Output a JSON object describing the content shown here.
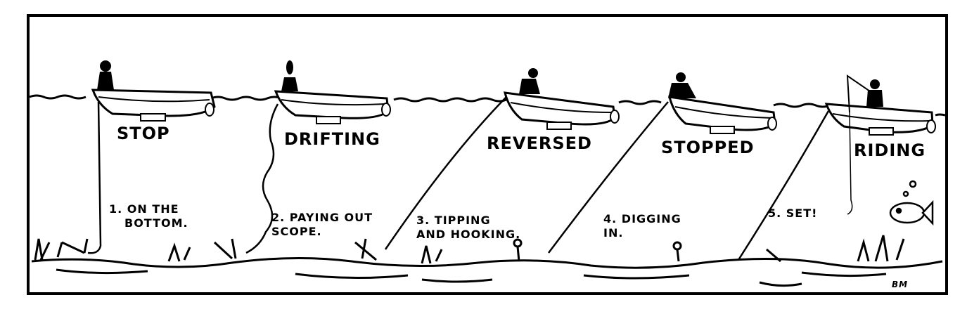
{
  "states": [
    {
      "id": "stop",
      "label": "STOP"
    },
    {
      "id": "drifting",
      "label": "DRIFTING"
    },
    {
      "id": "reversed",
      "label": "REVERSED"
    },
    {
      "id": "stopped",
      "label": "STOPPED"
    },
    {
      "id": "riding",
      "label": "RIDING"
    }
  ],
  "steps": [
    {
      "line1": "1. ON THE",
      "line2": "BOTTOM."
    },
    {
      "line1": "2. PAYING OUT",
      "line2": "SCOPE."
    },
    {
      "line1": "3. TIPPING",
      "line2": "AND HOOKING."
    },
    {
      "line1": "4. DIGGING",
      "line2": "IN."
    },
    {
      "line1": "5. SET!",
      "line2": ""
    }
  ],
  "signature": "BM"
}
